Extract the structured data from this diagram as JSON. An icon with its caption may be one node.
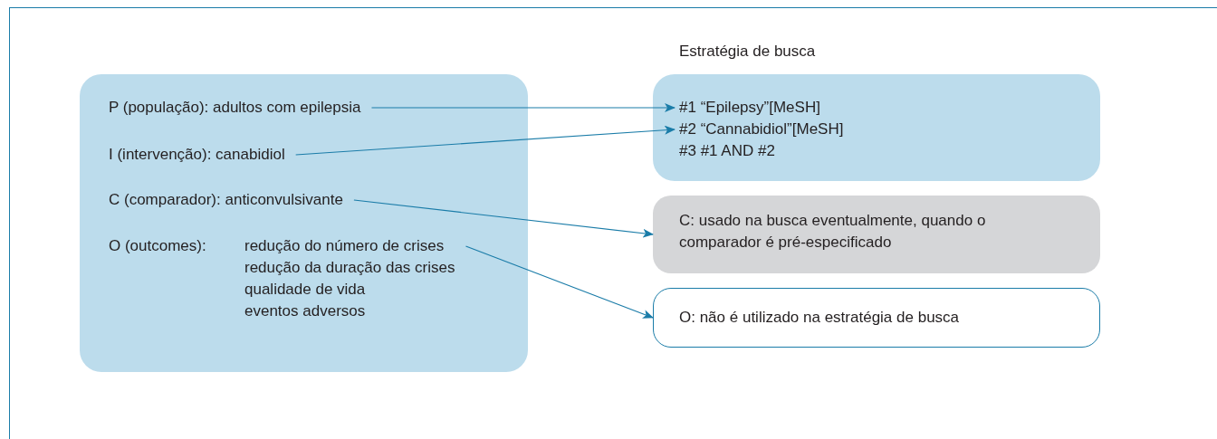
{
  "diagram": {
    "nodes": [
      {
        "text": [],
        "shape": "box"
      },
      {
        "text": [
          "P (população): adultos com epilepsia"
        ],
        "in": 0
      },
      {
        "text": [
          "I (intervenção): canabidiol"
        ],
        "in": 0
      },
      {
        "text": [
          "C (comparador): anticonvulsivante"
        ],
        "in": 0
      },
      {
        "text": [
          "O (outcomes):",
          "redução do número de crises",
          "redução da duração das crises",
          "qualidade de vida",
          "eventos adversos"
        ],
        "in": 0
      },
      {
        "text": [
          "Estratégia de busca"
        ]
      },
      {
        "text": [
          "#1 “Epilepsy”[MeSH]"
        ],
        "in": 5
      },
      {
        "text": [
          "#2 “Cannabidiol”[MeSH]"
        ],
        "in": 5
      },
      {
        "text": [
          "#3 #1 AND  #2"
        ],
        "in": 5
      },
      {
        "text": [
          "C: usado na busca eventualmente, quando o comparador é pré-especificado"
        ]
      },
      {
        "text": [
          "O: não é utilizado na estratégia de busca"
        ]
      }
    ],
    "edges": [
      {
        "from": 1,
        "to": 6,
        "arrow": "to"
      },
      {
        "from": 2,
        "to": 7,
        "arrow": "to"
      },
      {
        "from": 3,
        "to": 9,
        "arrow": "to"
      },
      {
        "from": 4,
        "to": 10,
        "arrow": "to"
      }
    ]
  }
}
